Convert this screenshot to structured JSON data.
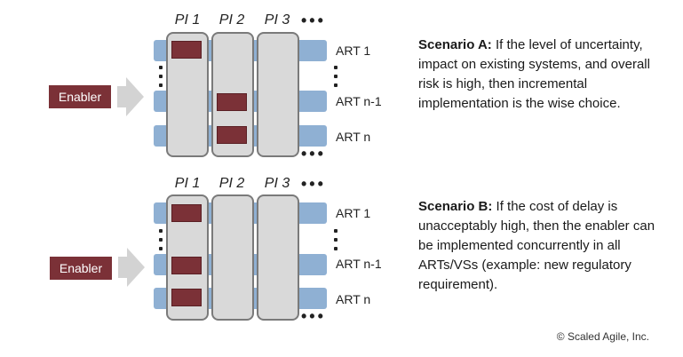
{
  "pi_labels": [
    "PI 1",
    "PI 2",
    "PI 3"
  ],
  "art_labels": [
    "ART 1",
    "ART n-1",
    "ART n"
  ],
  "enabler_label": "Enabler",
  "scenario_a": {
    "title": "Scenario A:",
    "text": " If the level of uncertainty, impact on existing systems, and overall risk is high, then incremental implementation is the wise choice."
  },
  "scenario_b": {
    "title": "Scenario B:",
    "text": " If the cost of delay is unacceptably high, then the enabler can be implemented concurrently in all ARTs/VSs (example: new regulatory requirement)."
  },
  "copyright": "© Scaled Agile, Inc.",
  "colors": {
    "enabler": "#7b3137",
    "band": "#8fb0d3",
    "column": "#d9d9d9"
  }
}
